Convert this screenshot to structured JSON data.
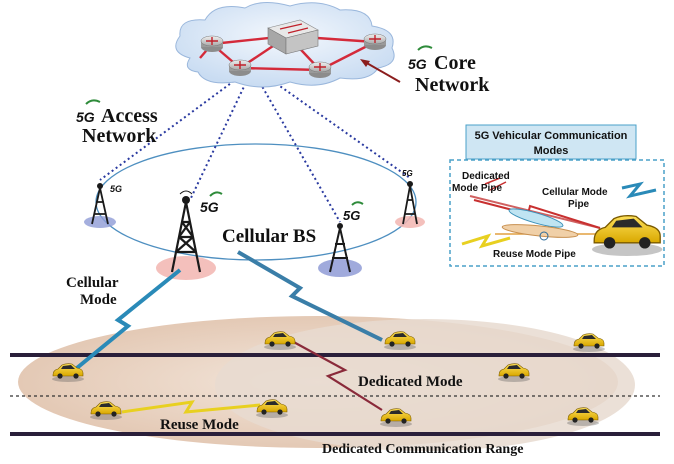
{
  "core": {
    "logo": "5G",
    "line1": "Core",
    "line2": "Network"
  },
  "access": {
    "logo": "5G",
    "line1": "Access",
    "line2": "Network"
  },
  "bs_logo": "5G",
  "cellular_bs": "Cellular BS",
  "cellular_mode": {
    "line1": "Cellular",
    "line2": "Mode"
  },
  "dedicated_mode": "Dedicated Mode",
  "reuse_mode": "Reuse Mode",
  "dedicated_range": "Dedicated Communication Range",
  "inset": {
    "title_line1": "5G Vehicular Communication",
    "title_line2": "Modes",
    "dedicated_pipe_line1": "Dedicated",
    "dedicated_pipe_line2": "Mode Pipe",
    "cellular_pipe_line1": "Cellular Mode",
    "cellular_pipe_line2": "Pipe",
    "reuse_pipe": "Reuse Mode Pipe"
  },
  "colors": {
    "cloud": "#d8e6f7",
    "network_line": "#d42a3a",
    "access_link": "#2a3aa0",
    "signal_blue": "#2a8ab8",
    "signal_red": "#c03030",
    "signal_yellow": "#e8d020",
    "road_band": "#e9d3c2",
    "inset_border": "#4aa0c8",
    "inset_title_bg": "#cfe6f3",
    "car_body": "#f2c81c",
    "logo_green": "#2e8b3a"
  }
}
